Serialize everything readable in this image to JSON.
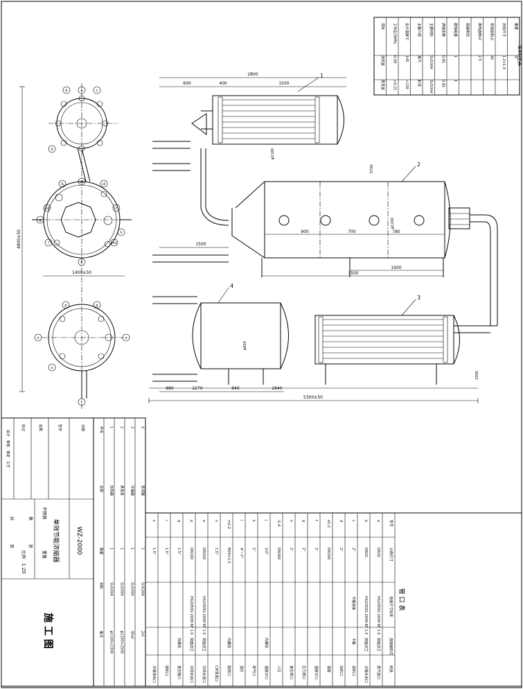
{
  "drawing": {
    "title_block": {
      "product_name": "单效节能浓缩器",
      "model": "WZ-2000",
      "scale": "1:20",
      "sheet_label": "施 工 图",
      "role_labels": [
        "设计",
        "审核",
        "审定",
        "工艺"
      ],
      "col_labels": [
        "标记",
        "处数",
        "签字",
        "日期"
      ],
      "material_label": "不锈钢",
      "weight_label": "重量",
      "scale_label": "比例",
      "page_labels": [
        "共",
        "页",
        "第",
        "页"
      ]
    },
    "tech_spec_title": "技术特性表",
    "tech_spec_rows": [
      [
        "项目",
        "加热室",
        "蒸发室"
      ],
      [
        "工作压力MPa",
        "0.09",
        "<0.15"
      ],
      [
        "设计温度℃",
        "145",
        "<130"
      ],
      [
        "主要介质",
        "蒸汽",
        "料液"
      ],
      [
        "主要材料",
        "SUS304",
        "SUS304"
      ],
      [
        "焊缝系数",
        "0.85",
        "0.85"
      ],
      [
        "腐蚀裕量",
        "1",
        "1"
      ],
      [
        "容器类别",
        "",
        ""
      ],
      [
        "换热面积㎡",
        "2.5",
        ""
      ],
      [
        "有效容积㎡",
        "40",
        ""
      ],
      [
        "外形尺寸",
        "1.2×1.4",
        ""
      ],
      [
        "重量",
        "2t",
        ""
      ]
    ],
    "nozzle_table_title": "管 口 表",
    "nozzle_headers": [
      "符号",
      "公称尺寸",
      "连接尺寸标准",
      "连接面形式",
      "用途"
    ],
    "nozzles": [
      [
        "a",
        "DN32",
        "HG20592-2009 RF 1.0",
        "突面法兰",
        "蒸汽进口"
      ],
      [
        "b",
        "DN32",
        "HG20592-2009 RF 1.0",
        "突面法兰",
        "冷凝水出口"
      ],
      [
        "c",
        "2\"",
        "卡箍连接",
        "卡箍",
        "进料口"
      ],
      [
        "d",
        "2\"",
        "",
        "",
        "出料口"
      ],
      [
        "e1-2",
        "DN100",
        "",
        "",
        "视镜"
      ],
      [
        "f",
        "1\"",
        "",
        "",
        "温度计口"
      ],
      [
        "g",
        "1\"",
        "",
        "",
        "压力表口"
      ],
      [
        "h",
        "1\"",
        "",
        "",
        "真空表口"
      ],
      [
        "i1-4",
        "DN300",
        "",
        "",
        "人孔"
      ],
      [
        "j",
        "1/2\"",
        "",
        "内螺纹",
        "温度计口"
      ],
      [
        "k",
        "1\"",
        "",
        "",
        "排气口"
      ],
      [
        "l",
        "4\"~7\"",
        "",
        "",
        "视灯"
      ],
      [
        "m1-2",
        "M20×1.5",
        "",
        "内螺纹",
        "取样口"
      ],
      [
        "n",
        "1.5\"",
        "",
        "",
        "CIP清洗口"
      ],
      [
        "o",
        "DN100",
        "HG20592-2009 RF 1.0",
        "突面法兰",
        "冷却水进口"
      ],
      [
        "p",
        "DN100",
        "HG20592-2009 RF 1.0",
        "突面法兰",
        "冷却水出口"
      ],
      [
        "q",
        "1.5\"",
        "",
        "外螺纹",
        "真空接口"
      ],
      [
        "r",
        "1.5\"",
        "",
        "",
        "排料口"
      ],
      [
        "s",
        "1.5\"",
        "",
        "",
        "冷凝液出口"
      ]
    ],
    "parts_headers": [
      "件号",
      "名称",
      "数量",
      "材料",
      "备注"
    ],
    "parts": [
      [
        "1",
        "加热器",
        "1",
        "SUS304",
        "φ1100×2300"
      ],
      [
        "2",
        "蒸发室",
        "1",
        "SUS304",
        "φ1200×2500"
      ],
      [
        "3",
        "冷凝器",
        "1",
        "SUS304",
        "40㎡"
      ],
      [
        "4",
        "受液罐",
        "1",
        "SUS304",
        "2㎡"
      ]
    ],
    "dimensions": {
      "top_overall": "2800",
      "top_seg1": "600",
      "top_seg2": "400",
      "top_seg3": "1500",
      "mid_1": "1500",
      "mid_2": "900",
      "mid_3": "700",
      "mid_4": "780",
      "mid_5": "1900",
      "mid_6": "3500",
      "bottom_overall": "5300±50",
      "bottom_1": "880",
      "bottom_2": "2270",
      "bottom_3": "840",
      "bottom_4": "2840",
      "left_height": "4800±50",
      "left_width": "1400±50",
      "vert_1": "φ1100",
      "vert_2": "φ1200",
      "vert_3": "φ820",
      "vert_4": "5700",
      "vert_5": "2300"
    },
    "part_callouts": [
      "1",
      "2",
      "3",
      "4"
    ],
    "nozzle_callouts_plan": [
      "a",
      "b",
      "c",
      "d",
      "e1",
      "e2",
      "f",
      "g",
      "h",
      "i1",
      "i2",
      "k",
      "l",
      "m1",
      "n",
      "o",
      "p",
      "q",
      "r",
      "s"
    ]
  }
}
